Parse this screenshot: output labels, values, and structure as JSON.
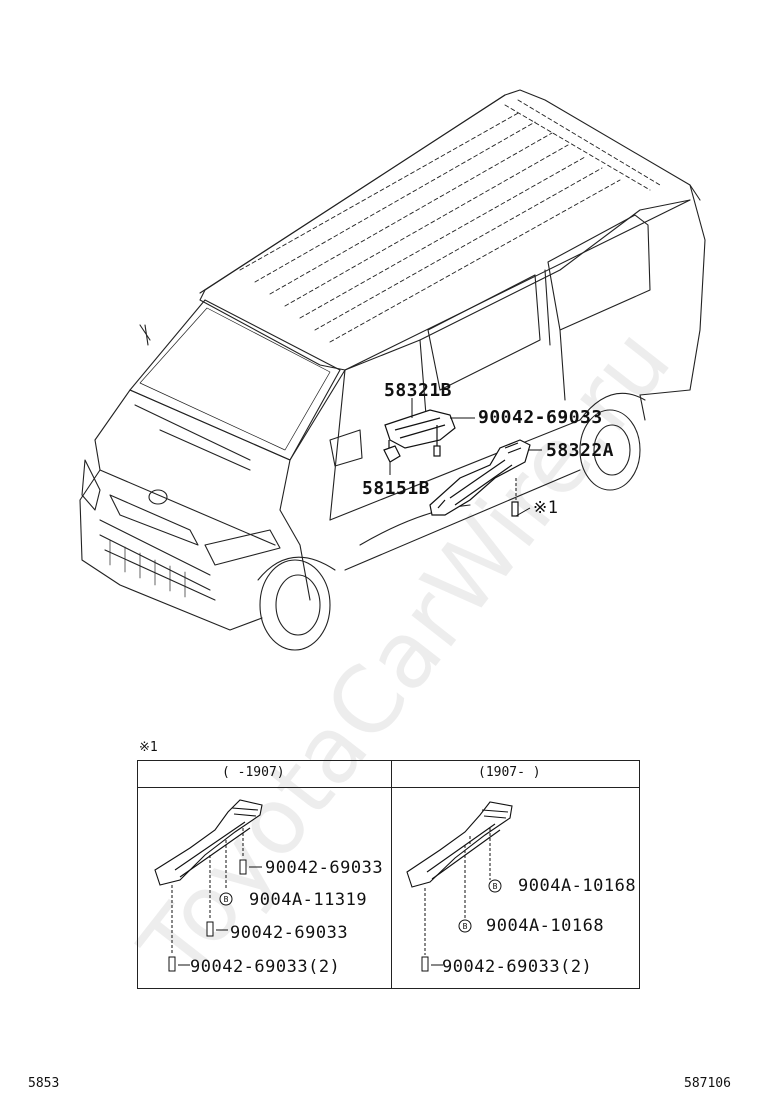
{
  "watermark": "ToyotaCarWire.ru",
  "main_labels": {
    "p58321B": "58321B",
    "p90042_top": "90042-69033",
    "p58322A": "58322A",
    "p58151B": "58151B",
    "ref_mark": "※1"
  },
  "table": {
    "note_mark": "※1",
    "left_header": "(     -1907)",
    "right_header": "(1907-     )",
    "left_parts": [
      "90042-69033",
      "9004A-11319",
      "90042-69033",
      "90042-69033(2)"
    ],
    "right_parts": [
      "9004A-10168",
      "9004A-10168",
      "90042-69033(2)"
    ],
    "b_marker": "B"
  },
  "footer": {
    "left_code": "5853",
    "right_code": "587106"
  }
}
